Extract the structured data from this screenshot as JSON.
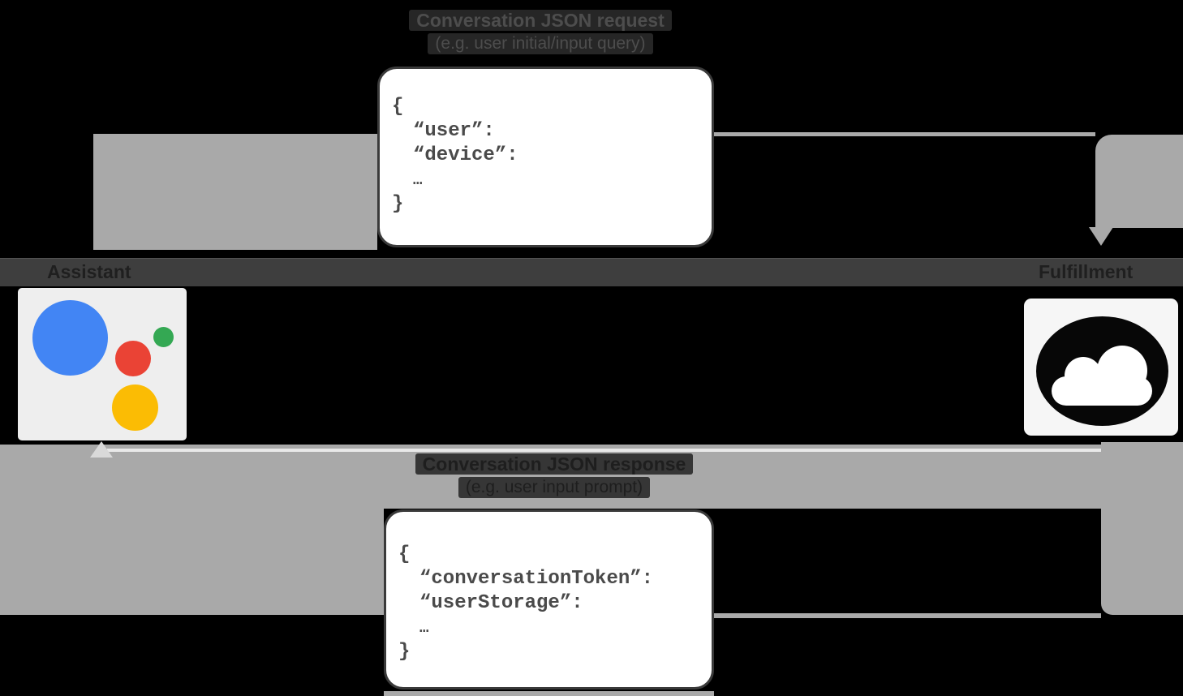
{
  "captions": {
    "request": {
      "title": "Conversation JSON request",
      "subtitle": "(e.g. user initial/input query)"
    },
    "response": {
      "title": "Conversation JSON response",
      "subtitle": "(e.g. user input prompt)"
    }
  },
  "nodes": {
    "assistant": {
      "label": "Assistant"
    },
    "fulfillment": {
      "label": "Fulfillment"
    }
  },
  "request_payload": {
    "open": "{",
    "fields": [
      "“user”:",
      "“device”:",
      "…"
    ],
    "close": "}"
  },
  "response_payload": {
    "open": "{",
    "fields": [
      "“conversationToken”:",
      "“userStorage”:",
      "…"
    ],
    "close": "}"
  },
  "icons": {
    "assistant": "google-assistant-logo",
    "fulfillment": "google-cloud-icon"
  },
  "colors": {
    "background": "#000000",
    "arrow_slab": "#a9a9a9",
    "middle_band": "#3e3e3e",
    "code_box_border": "#3a3a3a",
    "code_text": "#4a4a4a",
    "google_blue": "#4285f4",
    "google_red": "#ea4335",
    "google_green": "#34a853",
    "google_yellow": "#fbbc04"
  }
}
